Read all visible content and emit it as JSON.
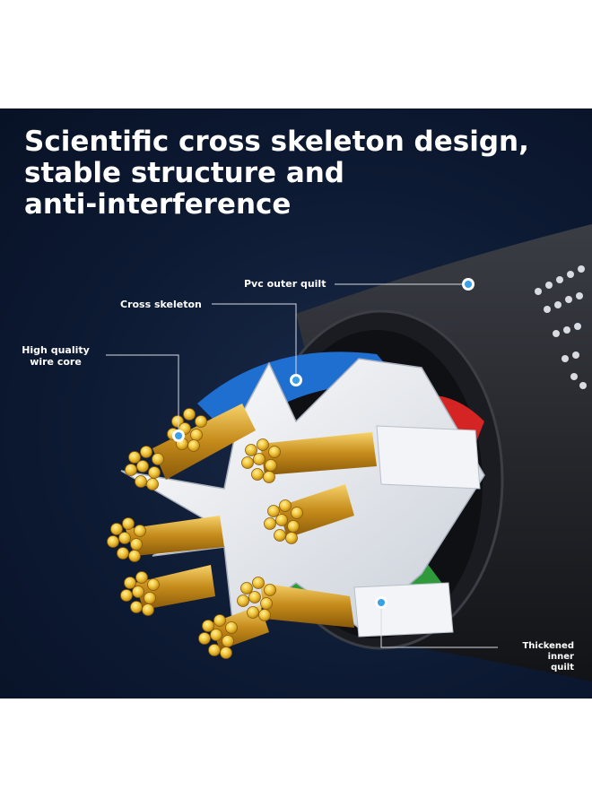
{
  "headline": {
    "line1": "Scientific cross skeleton design,",
    "line2": "stable structure and",
    "line3": "anti-interference"
  },
  "callouts": {
    "pvc_outer_quilt": "Pvc outer quilt",
    "cross_skeleton": "Cross skeleton",
    "wire_core_line1": "High quality",
    "wire_core_line2": "wire core",
    "inner_quilt_line1": "Thickened inner",
    "inner_quilt_line2": "quilt"
  },
  "colors": {
    "background": "#0d1a33",
    "jacket": "#2a2d33",
    "copper": "#e0a829",
    "blue_pair": "#1f6fd1",
    "red_pair": "#d42424",
    "green_pair": "#2f9a3c",
    "skeleton": "#e6e9ee",
    "marker": "#3aa0e8"
  }
}
